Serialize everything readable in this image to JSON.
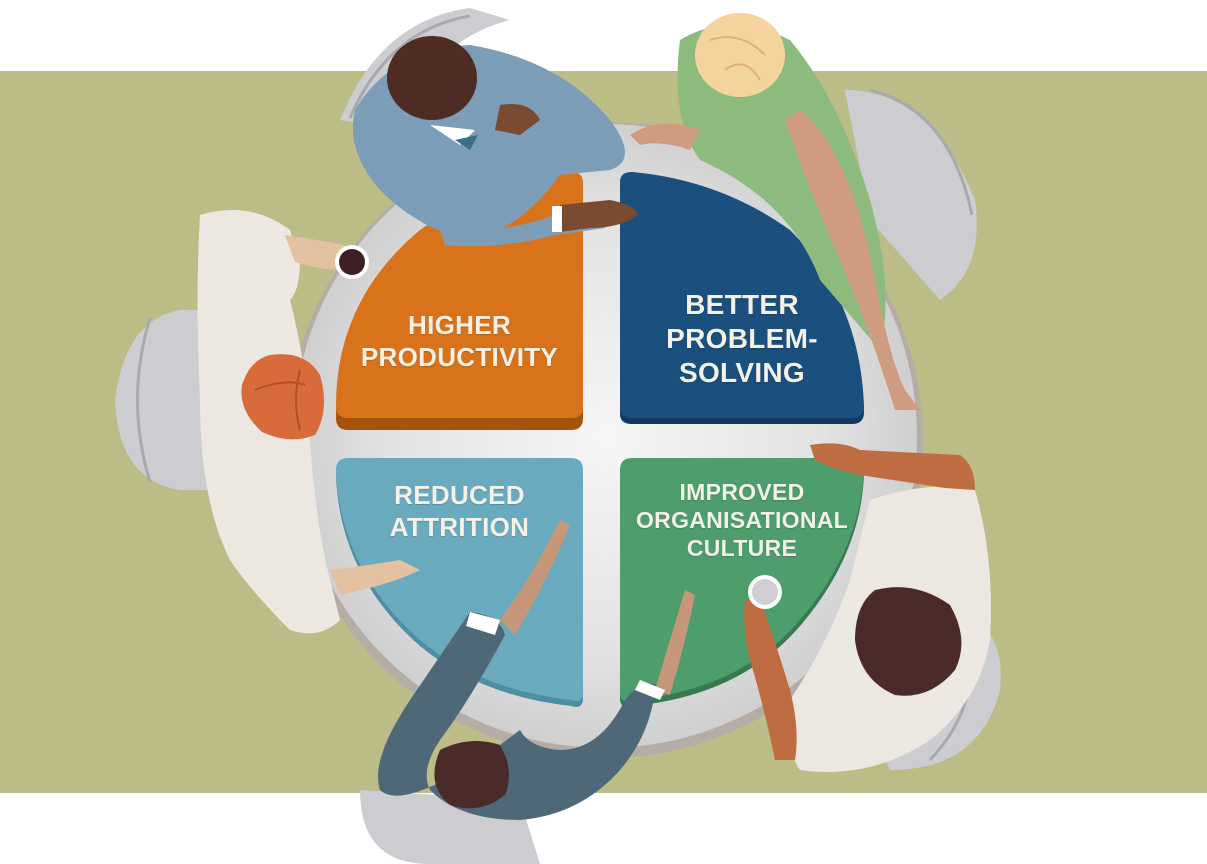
{
  "illustration": {
    "subject": "Top-down view of five people seated around a round table divided into four benefit quadrants",
    "background_band_color": "#bcbc87",
    "table_color": "#e4e4e4"
  },
  "quadrants": [
    {
      "position": "top-left",
      "lines": [
        "HIGHER",
        "PRODUCTIVITY"
      ],
      "color": "#d8731c"
    },
    {
      "position": "top-right",
      "lines": [
        "BETTER",
        "PROBLEM-",
        "SOLVING"
      ],
      "color": "#1b4f7e"
    },
    {
      "position": "bottom-left",
      "lines": [
        "REDUCED",
        "ATTRITION"
      ],
      "color": "#6aaabf"
    },
    {
      "position": "bottom-right",
      "lines": [
        "IMPROVED",
        "ORGANISATIONAL",
        "CULTURE"
      ],
      "color": "#4d9e6c"
    }
  ],
  "people": [
    {
      "position": "top",
      "clothing": "light blue suit",
      "hair": "dark brown"
    },
    {
      "position": "top-right",
      "clothing": "green top",
      "hair": "blonde"
    },
    {
      "position": "left",
      "clothing": "cream sweater",
      "hair": "red",
      "holding": "coffee cup"
    },
    {
      "position": "bottom-right",
      "clothing": "cream shirt",
      "hair": "dark brown",
      "holding": "cup"
    },
    {
      "position": "bottom",
      "clothing": "slate blue suit",
      "hair": "dark brown"
    }
  ]
}
